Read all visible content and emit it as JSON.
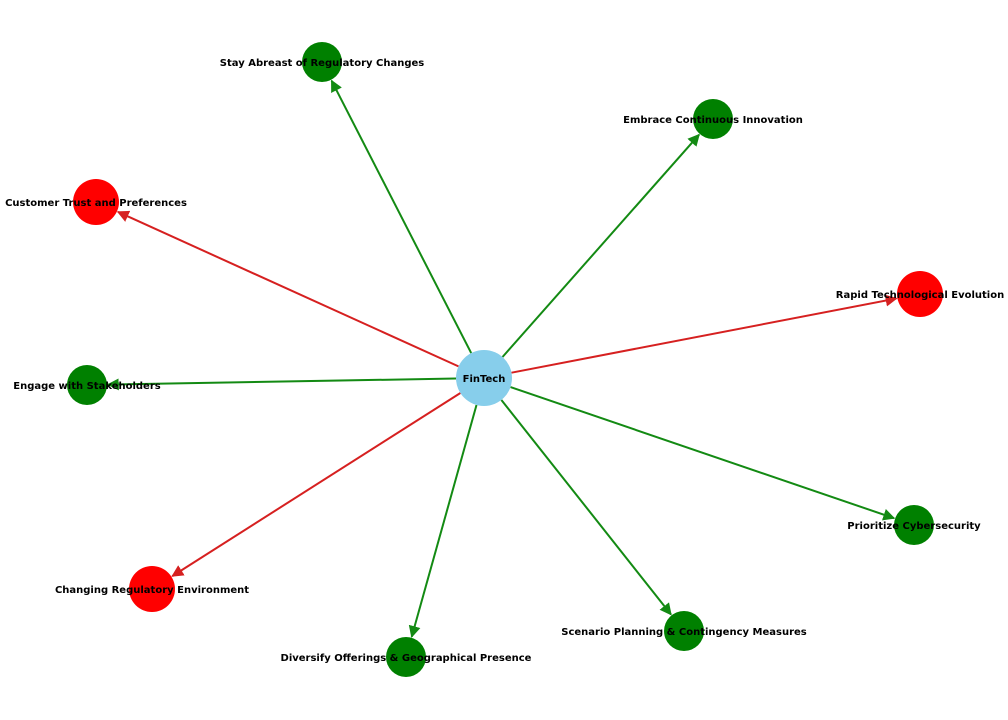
{
  "colors": {
    "center_node": "#87ceeb",
    "positive_node": "#008000",
    "negative_node": "#ff0000",
    "positive_edge": "#138a13",
    "negative_edge": "#d62020",
    "label": "#000000",
    "background": "#ffffff"
  },
  "graph": {
    "center": {
      "id": "fintech",
      "label": "FinTech"
    },
    "nodes": [
      {
        "id": "stay-abreast",
        "label": "Stay Abreast of Regulatory Changes",
        "kind": "positive"
      },
      {
        "id": "embrace-innovation",
        "label": "Embrace Continuous Innovation",
        "kind": "positive"
      },
      {
        "id": "customer-trust",
        "label": "Customer Trust and Preferences",
        "kind": "negative"
      },
      {
        "id": "rapid-tech",
        "label": "Rapid Technological Evolution",
        "kind": "negative"
      },
      {
        "id": "engage-stakeholders",
        "label": "Engage with Stakeholders",
        "kind": "positive"
      },
      {
        "id": "prioritize-cyber",
        "label": "Prioritize Cybersecurity",
        "kind": "positive"
      },
      {
        "id": "changing-regulatory",
        "label": "Changing Regulatory Environment",
        "kind": "negative"
      },
      {
        "id": "scenario-planning",
        "label": "Scenario Planning & Contingency Measures",
        "kind": "positive"
      },
      {
        "id": "diversify",
        "label": "Diversify Offerings & Geographical Presence",
        "kind": "positive"
      }
    ],
    "edges": [
      {
        "from": "fintech",
        "to": "stay-abreast",
        "kind": "positive"
      },
      {
        "from": "fintech",
        "to": "embrace-innovation",
        "kind": "positive"
      },
      {
        "from": "fintech",
        "to": "customer-trust",
        "kind": "negative"
      },
      {
        "from": "fintech",
        "to": "rapid-tech",
        "kind": "negative"
      },
      {
        "from": "fintech",
        "to": "engage-stakeholders",
        "kind": "positive"
      },
      {
        "from": "fintech",
        "to": "prioritize-cyber",
        "kind": "positive"
      },
      {
        "from": "fintech",
        "to": "changing-regulatory",
        "kind": "negative"
      },
      {
        "from": "fintech",
        "to": "scenario-planning",
        "kind": "positive"
      },
      {
        "from": "fintech",
        "to": "diversify",
        "kind": "positive"
      }
    ]
  }
}
